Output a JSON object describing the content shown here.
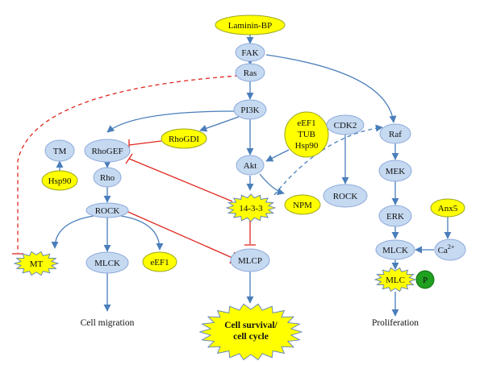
{
  "colors": {
    "blue_node_fill": "#c5d9f1",
    "blue_node_stroke": "#8eaadb",
    "yellow_fill": "#ffff00",
    "yellow_stroke": "#9aa51b",
    "green_fill": "#1fa01f",
    "arrow_blue": "#4a7ebb",
    "inhibit_red": "#e0271f"
  },
  "nodes": {
    "laminin": "Laminin-BP",
    "fak": "FAK",
    "ras": "Ras",
    "pi3k": "PI3K",
    "tm": "TM",
    "rhogef": "RhoGEF",
    "rhogdi": "RhoGDI",
    "hsp90_left": "Hsp90",
    "rho": "Rho",
    "rock_left": "ROCK",
    "mt": "MT",
    "mlck_left": "MLCK",
    "eef1_left": "eEF1",
    "eef1_tub_hsp90": [
      "eEF1",
      "TUB",
      "Hsp90"
    ],
    "akt": "Akt",
    "protein_1433": "14-3-3",
    "mlcp": "MLCP",
    "cdk2": "CDK2",
    "npm": "NPM",
    "rock_mid": "ROCK",
    "raf": "Raf",
    "mek": "MEK",
    "erk": "ERK",
    "anx5": "Anx5",
    "mlck_right": "MLCK",
    "ca": "Ca",
    "ca_sup": "2+",
    "mlc": "MLC",
    "p": "P"
  },
  "outputs": {
    "cell_migration": "Cell migration",
    "cell_survival": [
      "Cell survival/",
      "cell cycle"
    ],
    "proliferation": "Proliferation"
  }
}
